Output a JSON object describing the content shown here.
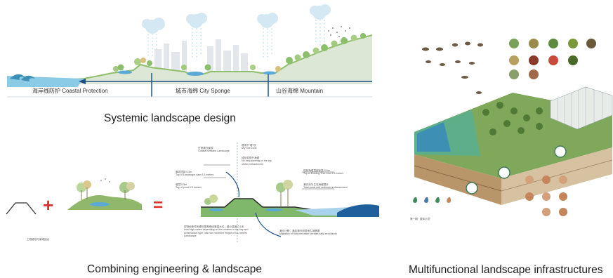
{
  "top_panel": {
    "caption": "Systemic landscape design",
    "bands": {
      "coastal": "海岸线防护 Coastal Protection",
      "city": "城市海绵 City Sponge",
      "mountain": "山谷海绵 Mountain"
    }
  },
  "middle_panel": {
    "caption": "Combining engineering & landscape",
    "operators": {
      "plus": "+",
      "equals": "="
    },
    "notes": {
      "n1a": "日常潮汐景观",
      "n1b": "Coastal Wetland Landscape",
      "n2a": "堤坝不\"堤\"坝",
      "n2b": "Dry tree zone",
      "n3a": "绿化带提升海堤",
      "n3b": "No new planting on the top",
      "n3c": "of the embankment",
      "n4a": "景观顶部 6.5m",
      "n4b": "Top of Landscape dam 6.5 meters",
      "n5a": "堤顶 5.5m",
      "n5b": "Top of pond 5.5 meters",
      "n6a": "现有海堤顶部标高 5.5m",
      "n6b": "Top of Existing Tree Line 5.5 meters",
      "n7a": "潮汐池与生态海堤提升",
      "n7b": "Tidal pools and sediment enhancement",
      "n8a": "视场地条件和堤坝类型确定最高水位，最小高度 0.1米",
      "n8b": "level high varies depending on the location in the bay and",
      "n8c": "construction type, with the minimum height of 0.1 meters",
      "n8d": "Landscape",
      "n9a": "潮汐迁移，满足潮汐和湿地生境需要",
      "n9b": "Migration of tidal wet water creates salty woodlands",
      "small_label": "工程堤坝与景观结合"
    }
  },
  "right_panel": {
    "caption": "Multifunctional landscape infrastructures",
    "small_label": "第一期 · 整体示意"
  },
  "colors": {
    "water": "#3d8fb3",
    "wetland": "#5fae8a",
    "grass": "#7fb86a",
    "dark_blue_arrow": "#1d4f86",
    "red_accent": "#e0322a",
    "terracotta": "#c4855b"
  }
}
